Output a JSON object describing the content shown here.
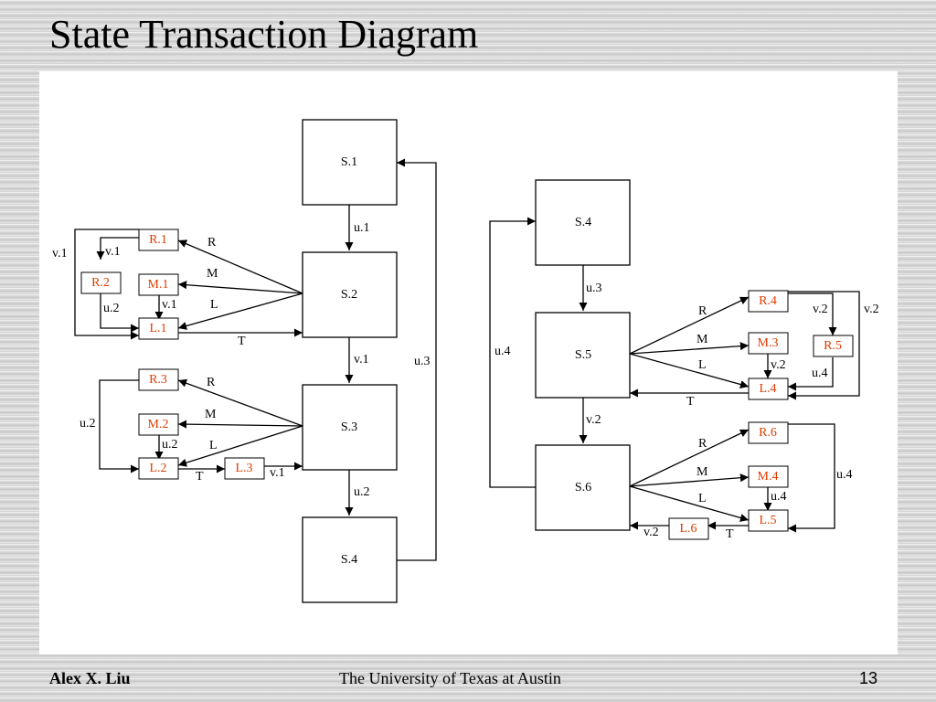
{
  "title": "State Transaction Diagram",
  "footer": {
    "author": "Alex X. Liu",
    "organization": "The University of Texas at Austin",
    "page": "13"
  },
  "colors": {
    "sub_state_text": "#e03c00",
    "stroke": "#000000"
  },
  "diagram": {
    "states": [
      {
        "id": "s1",
        "label": "S.1"
      },
      {
        "id": "s2",
        "label": "S.2"
      },
      {
        "id": "s3",
        "label": "S.3"
      },
      {
        "id": "s4a",
        "label": "S.4"
      },
      {
        "id": "s4b",
        "label": "S.4"
      },
      {
        "id": "s5",
        "label": "S.5"
      },
      {
        "id": "s6",
        "label": "S.6"
      }
    ],
    "sub_states": [
      {
        "id": "r1",
        "label": "R.1"
      },
      {
        "id": "r2",
        "label": "R.2"
      },
      {
        "id": "m1",
        "label": "M.1"
      },
      {
        "id": "l1",
        "label": "L.1"
      },
      {
        "id": "r3",
        "label": "R.3"
      },
      {
        "id": "m2",
        "label": "M.2"
      },
      {
        "id": "l2",
        "label": "L.2"
      },
      {
        "id": "l3",
        "label": "L.3"
      },
      {
        "id": "r4",
        "label": "R.4"
      },
      {
        "id": "m3",
        "label": "M.3"
      },
      {
        "id": "r5",
        "label": "R.5"
      },
      {
        "id": "l4",
        "label": "L.4"
      },
      {
        "id": "r6",
        "label": "R.6"
      },
      {
        "id": "m4",
        "label": "M.4"
      },
      {
        "id": "l5",
        "label": "L.5"
      },
      {
        "id": "l6",
        "label": "L.6"
      }
    ],
    "edge_labels": [
      {
        "id": "e1",
        "text": "u.1"
      },
      {
        "id": "e2",
        "text": "v.1"
      },
      {
        "id": "e3",
        "text": "u.2"
      },
      {
        "id": "e4",
        "text": "u.3"
      },
      {
        "id": "e5",
        "text": "R"
      },
      {
        "id": "e6",
        "text": "M"
      },
      {
        "id": "e7",
        "text": "L"
      },
      {
        "id": "e8",
        "text": "T"
      },
      {
        "id": "e9",
        "text": "v.1"
      },
      {
        "id": "e10",
        "text": "v.1"
      },
      {
        "id": "e11",
        "text": "u.2"
      },
      {
        "id": "e12",
        "text": "v.1"
      },
      {
        "id": "e13",
        "text": "R"
      },
      {
        "id": "e14",
        "text": "M"
      },
      {
        "id": "e15",
        "text": "L"
      },
      {
        "id": "e16",
        "text": "T"
      },
      {
        "id": "e17",
        "text": "u.2"
      },
      {
        "id": "e18",
        "text": "u.2"
      },
      {
        "id": "e19",
        "text": "v.1"
      },
      {
        "id": "e20",
        "text": "u.3"
      },
      {
        "id": "e21",
        "text": "u.4"
      },
      {
        "id": "e22",
        "text": "v.2"
      },
      {
        "id": "e23",
        "text": "R"
      },
      {
        "id": "e24",
        "text": "M"
      },
      {
        "id": "e25",
        "text": "L"
      },
      {
        "id": "e26",
        "text": "T"
      },
      {
        "id": "e27",
        "text": "v.2"
      },
      {
        "id": "e28",
        "text": "v.2"
      },
      {
        "id": "e29",
        "text": "v.2"
      },
      {
        "id": "e30",
        "text": "u.4"
      },
      {
        "id": "e31",
        "text": "R"
      },
      {
        "id": "e32",
        "text": "M"
      },
      {
        "id": "e33",
        "text": "L"
      },
      {
        "id": "e34",
        "text": "T"
      },
      {
        "id": "e35",
        "text": "u.4"
      },
      {
        "id": "e36",
        "text": "u.4"
      },
      {
        "id": "e37",
        "text": "v.2"
      }
    ]
  }
}
